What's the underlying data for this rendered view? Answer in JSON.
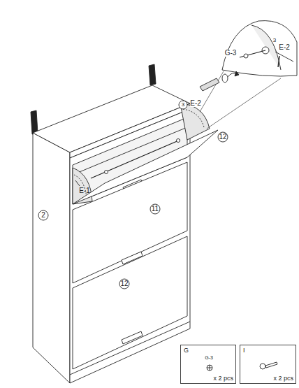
{
  "diagram": {
    "nodes": [
      {
        "text": [
          "G",
          "G-3",
          "x 2 pcs"
        ]
      },
      {
        "text": [
          "I",
          "x 2 pcs"
        ]
      }
    ],
    "labels": [
      "2",
      "11",
      "12",
      "12",
      "3",
      "E-2",
      "E-1",
      "3",
      "E-2",
      "G-3"
    ]
  }
}
